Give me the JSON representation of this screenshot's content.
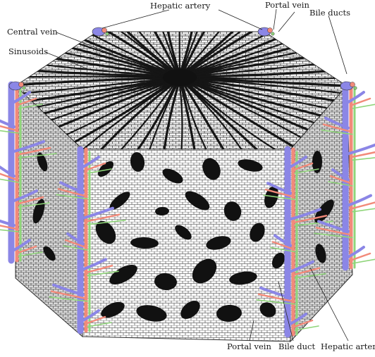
{
  "figure": {
    "labels": {
      "hepatic_artery_top": "Hepatic artery",
      "portal_vein_top": "Portal vein",
      "bile_ducts_top": "Bile ducts",
      "central_vein": "Central vein",
      "sinusoids": "Sinusoids",
      "portal_vein_bottom": "Portal vein",
      "bile_duct_bottom": "Bile duct",
      "hepatic_artery_bottom": "Hepatic artery"
    }
  }
}
